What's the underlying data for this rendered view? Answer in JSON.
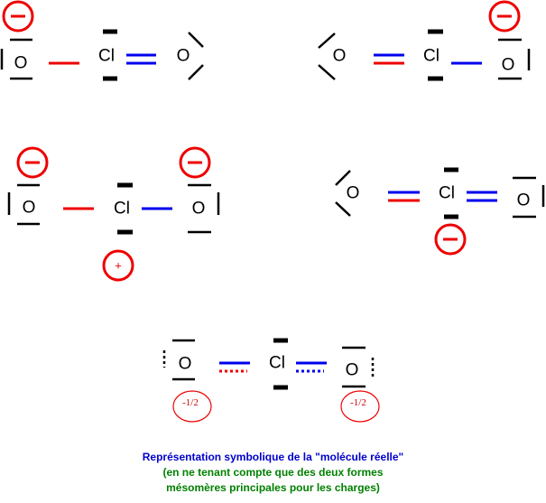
{
  "atoms": {
    "oxygen": "O",
    "chlorine": "Cl"
  },
  "charges": {
    "minus": "−",
    "plus": "+",
    "partial": "-1/2"
  },
  "caption": {
    "line1": "Représentation symbolique de la \"molécule réelle\"",
    "line2": "(en ne tenant compte que des deux formes",
    "line3": "mésomères principales pour les charges)"
  },
  "colors": {
    "single_bond": "#e00000",
    "pi_bond": "#0000e0",
    "charge": "#e00000",
    "caption_title": "#0000cc",
    "caption_note": "#008000"
  }
}
